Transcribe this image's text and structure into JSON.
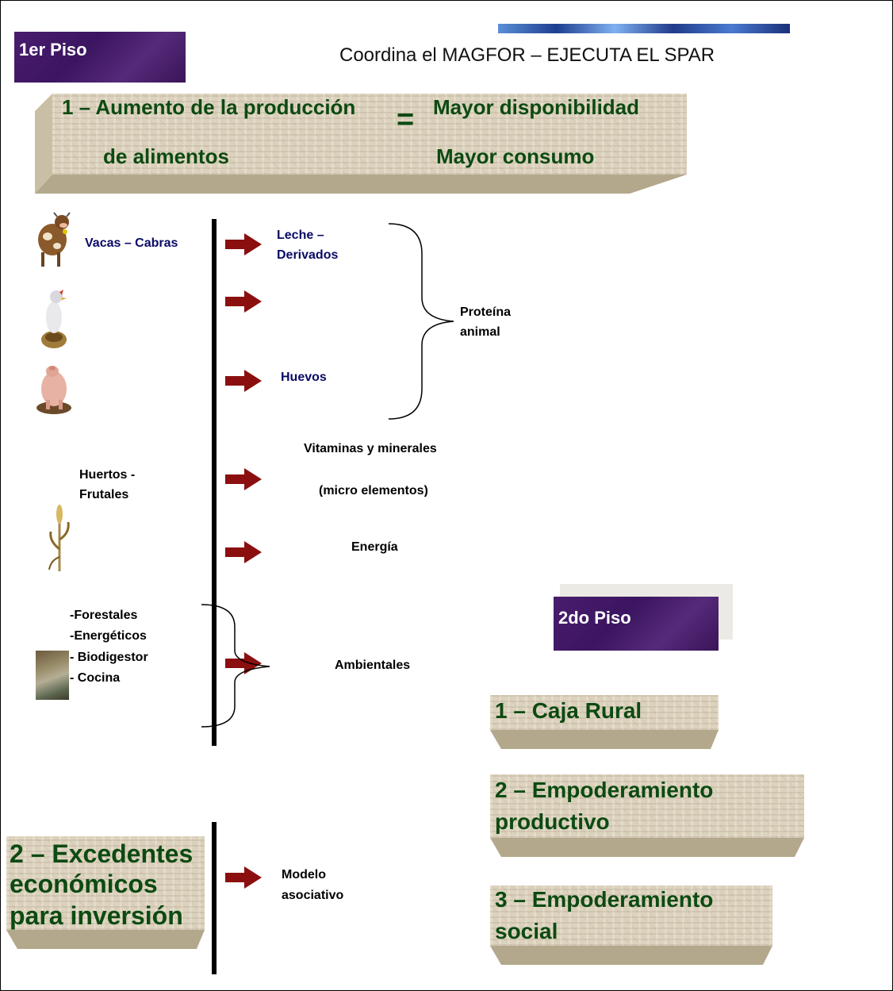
{
  "header": {
    "floor1_label": "1er Piso",
    "coordina": "Coordina el MAGFOR – EJECUTA EL SPAR"
  },
  "banner": {
    "left_line1": "1 – Aumento de la producción",
    "left_line2": "de alimentos",
    "equals": "=",
    "right_line1": "Mayor disponibilidad",
    "right_line2": "Mayor consumo"
  },
  "sources": {
    "vacas": "Vacas – Cabras",
    "huertos_line1": "Huertos -",
    "huertos_line2": "Frutales",
    "forest_items": [
      "-Forestales",
      "-Energéticos",
      "- Biodigestor",
      "- Cocina"
    ]
  },
  "outputs": {
    "leche_line1": "Leche –",
    "leche_line2": "Derivados",
    "huevos": "Huevos",
    "proteina_line1": "Proteína",
    "proteina_line2": "animal",
    "vitaminas_line1": "Vitaminas y minerales",
    "vitaminas_line2": "(micro elementos)",
    "energia": "Energía",
    "ambientales": "Ambientales",
    "modelo_line1": "Modelo",
    "modelo_line2": "asociativo"
  },
  "excedentes": {
    "line1": "2 – Excedentes",
    "line2": "económicos",
    "line3": "para inversión"
  },
  "floor2": {
    "label": "2do Piso",
    "items": [
      {
        "line1": "1 – Caja Rural",
        "line2": ""
      },
      {
        "line1": "2 – Empoderamiento",
        "line2": "productivo"
      },
      {
        "line1": "3 – Empoderamiento",
        "line2": "social"
      }
    ]
  },
  "colors": {
    "purple": "#4a1d6e",
    "green_text": "#0c4a12",
    "arrow": "#8b0f0f",
    "navy_text": "#0a0a66",
    "stone": "#dcd2bd"
  },
  "icons": [
    "cow-icon",
    "chicken-icon",
    "pig-icon",
    "corn-icon",
    "biodigester-photo",
    "wave-decoration"
  ]
}
